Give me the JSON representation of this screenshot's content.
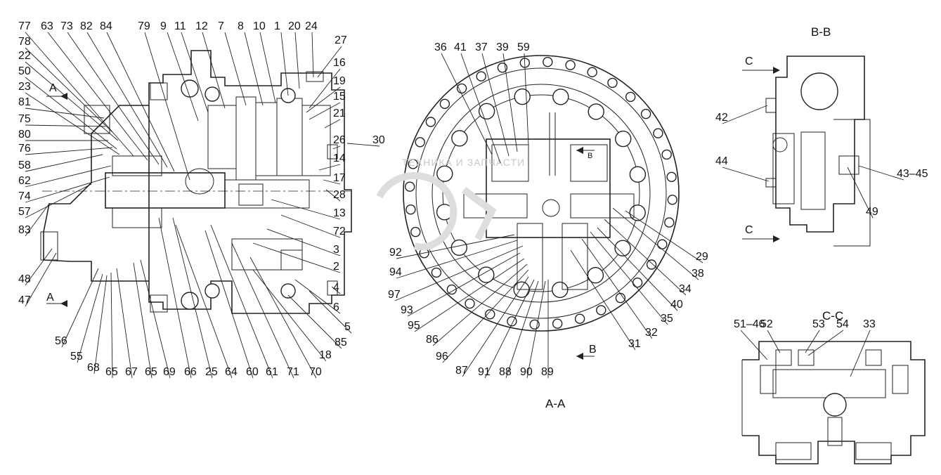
{
  "views": {
    "aa": "A-A",
    "bb": "B-B",
    "cc": "C-C"
  },
  "section_marks": {
    "a_top": "A",
    "a_bottom": "A",
    "b_left": "B",
    "b_right": "B",
    "c_top": "C",
    "c_bottom": "C"
  },
  "watermark": "ТЕХНИКА И ЗАПЧАСТИ",
  "labels": {
    "main": [
      "77",
      "63",
      "73",
      "82",
      "84",
      "79",
      "9",
      "11",
      "12",
      "7",
      "8",
      "10",
      "1",
      "20",
      "24",
      "27",
      "78",
      "22",
      "50",
      "23",
      "81",
      "75",
      "80",
      "76",
      "58",
      "62",
      "74",
      "57",
      "83",
      "48",
      "47",
      "16",
      "19",
      "15",
      "21",
      "26",
      "30",
      "14",
      "17",
      "28",
      "13",
      "72",
      "3",
      "2",
      "4",
      "6",
      "5",
      "85",
      "18",
      "56",
      "55",
      "68",
      "65",
      "67",
      "65",
      "69",
      "66",
      "25",
      "64",
      "60",
      "61",
      "71",
      "70"
    ],
    "aa": [
      "36",
      "41",
      "37",
      "39",
      "59",
      "29",
      "38",
      "34",
      "40",
      "35",
      "32",
      "31",
      "92",
      "94",
      "97",
      "93",
      "95",
      "86",
      "96",
      "87",
      "91",
      "88",
      "90",
      "89"
    ],
    "bb": [
      "42",
      "44",
      "43–45",
      "49"
    ],
    "cc": [
      "51–46",
      "52",
      "53",
      "54",
      "33"
    ]
  },
  "colors": {
    "line": "#222222",
    "watermark": "#c9c9c9",
    "background": "#ffffff"
  }
}
